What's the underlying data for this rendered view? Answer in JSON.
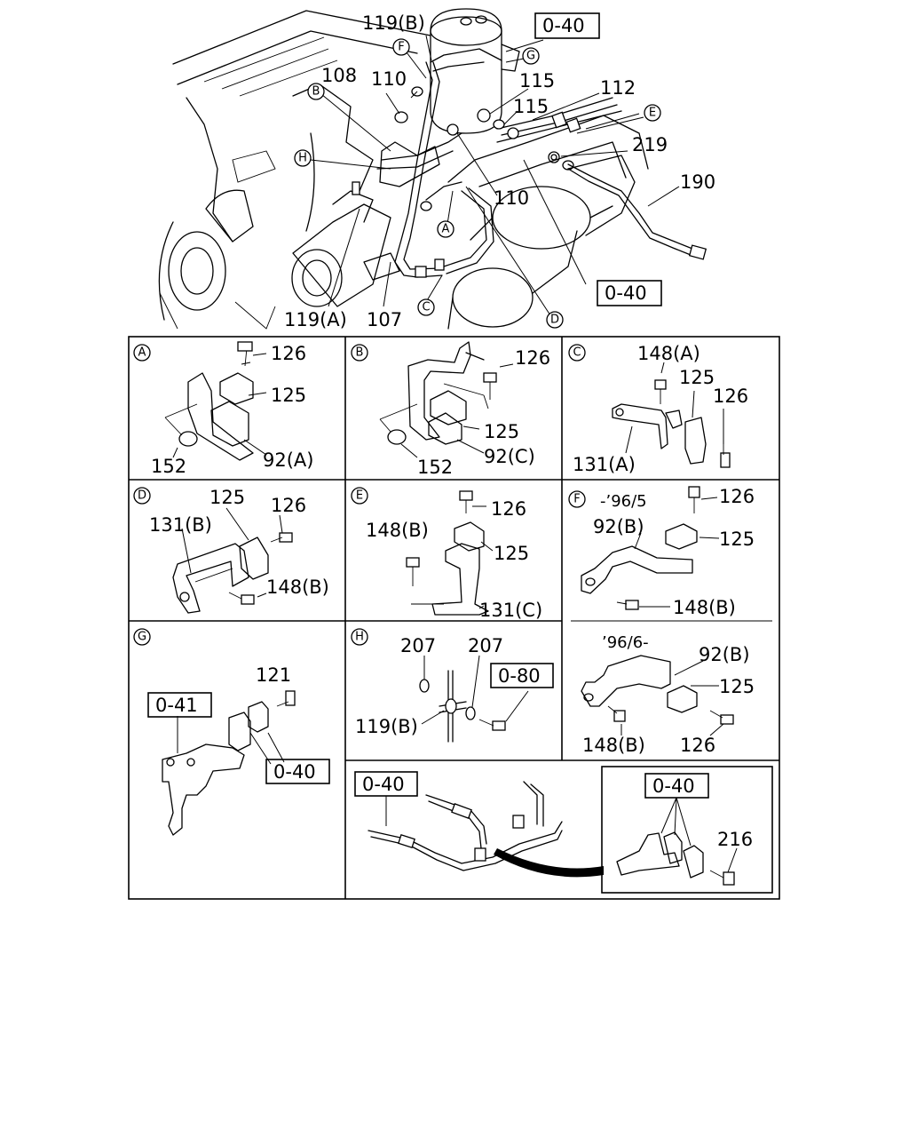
{
  "main_view": {
    "labels": {
      "p119b": "119(B)",
      "p108": "108",
      "p110a": "110",
      "p115a": "115",
      "p115b": "115",
      "p112": "112",
      "p219": "219",
      "p190": "190",
      "p110b": "110",
      "p119a": "119(A)",
      "p107": "107"
    },
    "refs": {
      "r040a": "0-40",
      "r040b": "0-40"
    },
    "callouts": {
      "A": "A",
      "B": "B",
      "C": "C",
      "D": "D",
      "E": "E",
      "F": "F",
      "G": "G",
      "H": "H"
    }
  },
  "detail_panels": {
    "A": {
      "letter": "A",
      "p126": "126",
      "p125": "125",
      "p152": "152",
      "p92": "92(A)"
    },
    "B": {
      "letter": "B",
      "p126": "126",
      "p125": "125",
      "p152": "152",
      "p92": "92(C)"
    },
    "C": {
      "letter": "C",
      "p148": "148(A)",
      "p125": "125",
      "p126": "126",
      "p131": "131(A)"
    },
    "D": {
      "letter": "D",
      "p125": "125",
      "p126": "126",
      "p131": "131(B)",
      "p148": "148(B)"
    },
    "E": {
      "letter": "E",
      "p126": "126",
      "p148": "148(B)",
      "p125": "125",
      "p131": "131(C)"
    },
    "F": {
      "letter": "F",
      "note_early": "-’96/5",
      "p126a": "126",
      "p92a": "92(B)",
      "p125a": "125",
      "p148a": "148(B)",
      "note_late": "’96/6-",
      "p92b": "92(B)",
      "p125b": "125",
      "p148b": "148(B)",
      "p126b": "126"
    },
    "G": {
      "letter": "G",
      "p121": "121",
      "ref041": "0-41",
      "ref040": "0-40"
    },
    "H": {
      "letter": "H",
      "p207a": "207",
      "p207b": "207",
      "ref080": "0-80",
      "p119b": "119(B)"
    },
    "bottom": {
      "ref040a": "0-40",
      "ref040b": "0-40",
      "p216": "216"
    }
  }
}
